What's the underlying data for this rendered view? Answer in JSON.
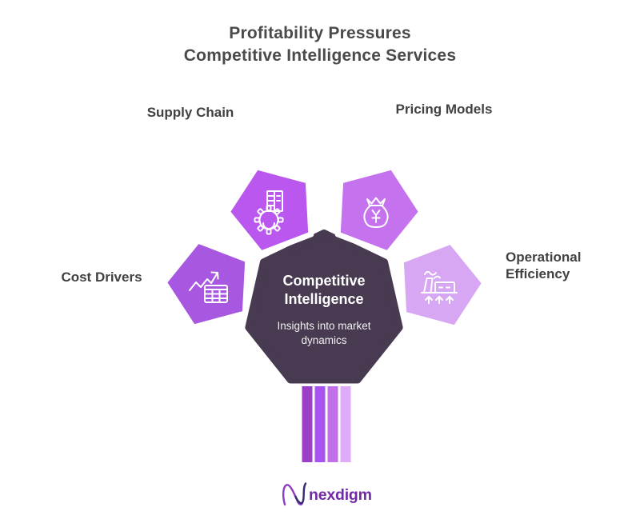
{
  "title": {
    "line1": "Profitability Pressures",
    "line2": "Competitive Intelligence Services"
  },
  "center_node": {
    "title": "Competitive Intelligence",
    "subtitle": "Insights into market dynamics",
    "color": "#473a51"
  },
  "nodes": [
    {
      "id": "cost-drivers",
      "label": "Cost Drivers",
      "icon": "table-growth-arrow-icon",
      "color": "#a757e0"
    },
    {
      "id": "supply-chain",
      "label": "Supply Chain",
      "icon": "gear-building-icon",
      "color": "#b957ee"
    },
    {
      "id": "pricing-models",
      "label": "Pricing Models",
      "icon": "money-bag-yen-icon",
      "color": "#c572ef"
    },
    {
      "id": "operational-efficiency",
      "label": "Operational Efficiency",
      "icon": "factory-growth-icon",
      "color": "#d8a7f3"
    }
  ],
  "stem_stripes": [
    "#9b3fc9",
    "#a852f0",
    "#c26fe9",
    "#ddabf7"
  ],
  "logo": {
    "text": "nexdigm",
    "color": "#7229a8"
  }
}
